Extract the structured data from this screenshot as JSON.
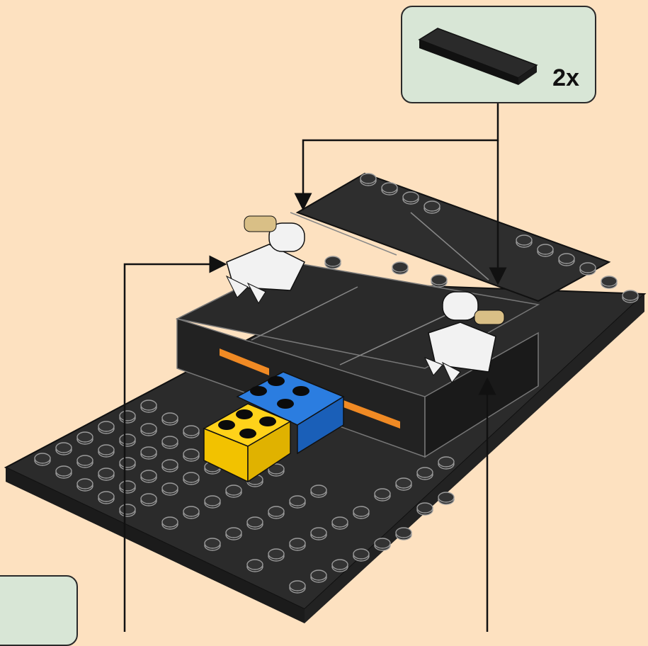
{
  "callout": {
    "quantity": "2x"
  },
  "colors": {
    "background": "#fde1c0",
    "callout_fill": "#d8e6d6",
    "baseplate": "#2b2b2b",
    "stud_outline": "#8a8a8a",
    "yellow": "#ffd21a",
    "blue": "#1f6fd1",
    "orange": "#f08a24",
    "white": "#f2f2f2",
    "tan": "#d9bf86"
  },
  "icons": [
    "tile-1x4-black",
    "clip-part-white",
    "arrow-down",
    "arrow-right",
    "arrow-up"
  ]
}
